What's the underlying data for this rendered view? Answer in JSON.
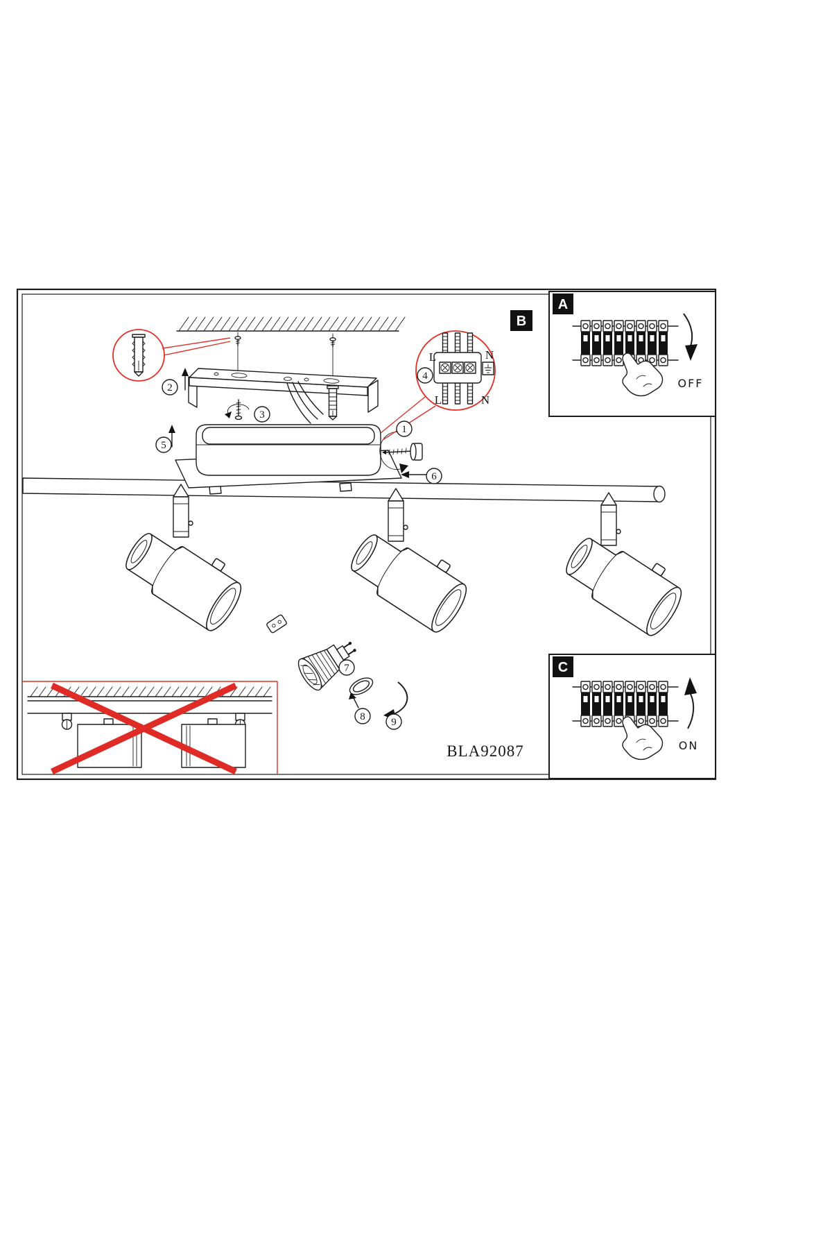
{
  "document": {
    "product_code": "BLA92087"
  },
  "panels": {
    "a_label": "A",
    "b_label": "B",
    "c_label": "C",
    "off_label": "OFF",
    "on_label": "ON"
  },
  "wiring": {
    "line_top": "L",
    "neutral_top": "N",
    "line_bottom": "L",
    "neutral_bottom": "N"
  },
  "steps": {
    "s1": "1",
    "s2": "2",
    "s3": "3",
    "s4": "4",
    "s5": "5",
    "s6": "6",
    "s7": "7",
    "s8": "8",
    "s9": "9"
  },
  "colors": {
    "line": "#1c1c1c",
    "accent_red": "#e23128",
    "cross_red": "#e02a25"
  }
}
